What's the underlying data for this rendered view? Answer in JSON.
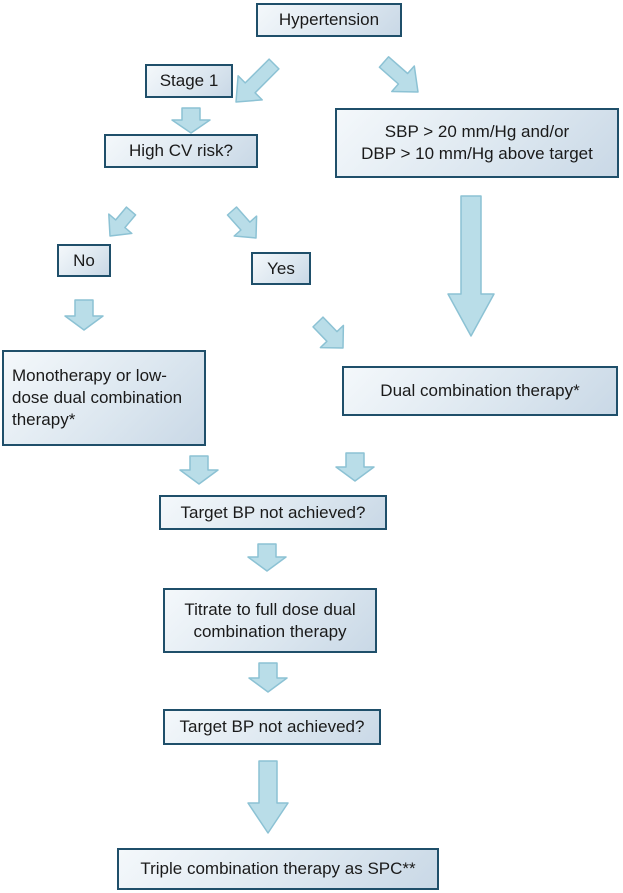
{
  "nodes": {
    "hypertension": "Hypertension",
    "stage1": "Stage 1",
    "sbp_dbp": "SBP > 20 mm/Hg and/or\nDBP > 10 mm/Hg above target",
    "high_cv_risk": "High CV risk?",
    "no": "No",
    "yes": "Yes",
    "monotherapy": "Monotherapy or low-\ndose dual combination\ntherapy*",
    "dual_combination": "Dual combination therapy*",
    "target_bp_1": "Target BP not achieved?",
    "titrate": "Titrate to full dose dual\ncombination therapy",
    "target_bp_2": "Target BP not achieved?",
    "triple": "Triple combination therapy as SPC**"
  },
  "colors": {
    "box_border": "#1f4f6a",
    "box_fill": "#dbe6ef",
    "arrow_fill": "#b9dde8",
    "arrow_stroke": "#8cc2d4"
  }
}
